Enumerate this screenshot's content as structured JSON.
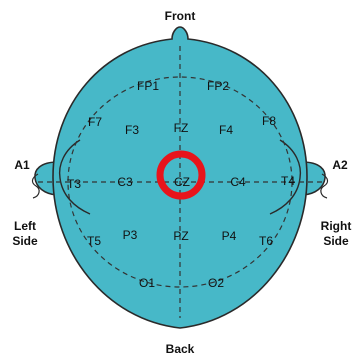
{
  "labels": {
    "front": "Front",
    "back": "Back",
    "left_ear": "A1",
    "right_ear": "A2",
    "left_side_line1": "Left",
    "left_side_line2": "Side",
    "right_side_line1": "Right",
    "right_side_line2": "Side"
  },
  "electrodes": {
    "fp1": "FP1",
    "fp2": "FP2",
    "f7": "F7",
    "f3": "F3",
    "fz": "FZ",
    "f4": "F4",
    "f8": "F8",
    "t3": "T3",
    "c3": "C3",
    "cz": "CZ",
    "c4": "C4",
    "t4": "T4",
    "t5": "T5",
    "p3": "P3",
    "pz": "PZ",
    "p4": "P4",
    "t6": "T6",
    "o1": "O1",
    "o2": "O2"
  },
  "highlighted_electrode": "CZ",
  "colors": {
    "head_fill": "#47b8c8",
    "outline": "#2a2a2a",
    "dashed_line": "#333333",
    "highlight_ring": "#e8141b",
    "text": "#111111"
  }
}
